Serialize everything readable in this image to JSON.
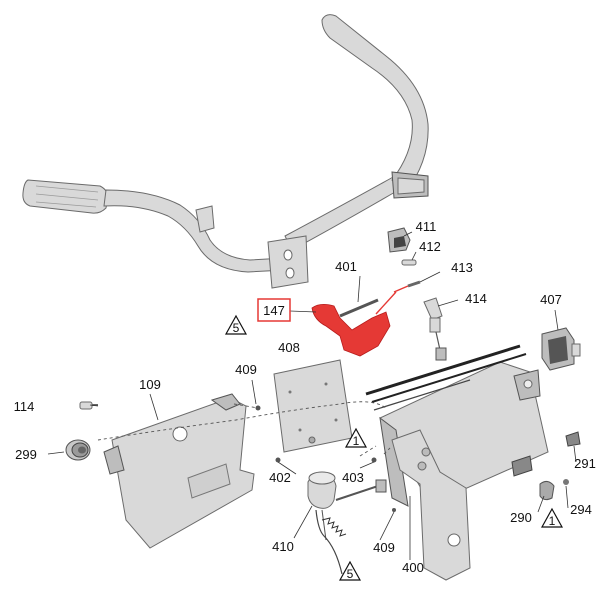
{
  "diagram": {
    "highlighted_part": "147",
    "highlight_color": "#e53935",
    "part_labels": {
      "p147": "147",
      "p401": "401",
      "p411": "411",
      "p412": "412",
      "p413": "413",
      "p414": "414",
      "p407": "407",
      "p408": "408",
      "p409a": "409",
      "p409b": "409",
      "p109": "109",
      "p114": "114",
      "p299": "299",
      "p402": "402",
      "p403": "403",
      "p410": "410",
      "p400": "400",
      "p290": "290",
      "p291": "291",
      "p294": "294"
    },
    "warning_marks": {
      "w5a": "5",
      "w1a": "1",
      "w1b": "1",
      "w5b": "5"
    }
  }
}
